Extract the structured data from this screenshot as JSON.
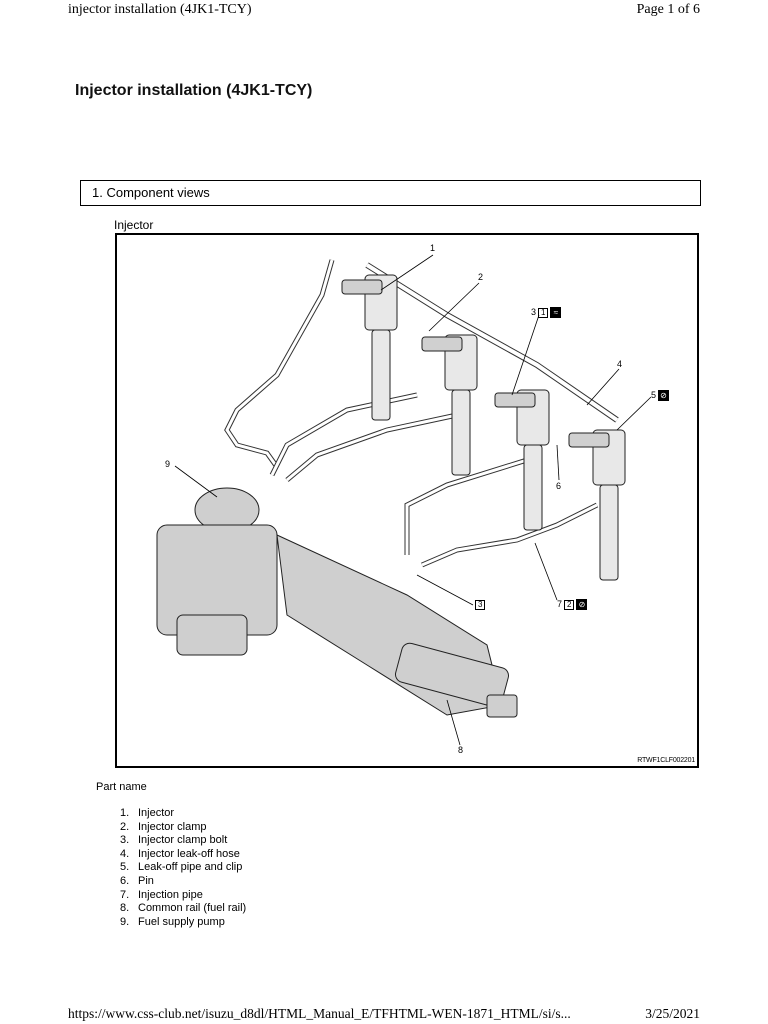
{
  "header": {
    "left": "injector installation (4JK1-TCY)",
    "right": "Page 1 of 6"
  },
  "title": "Injector installation (4JK1-TCY)",
  "section": {
    "heading": "1. Component views"
  },
  "figure": {
    "caption": "Injector",
    "code": "RTWF1CLF002201",
    "callouts": {
      "c1": "1",
      "c2": "2",
      "c3": "3",
      "c3_box": "1",
      "c4": "4",
      "c5": "5",
      "c6": "6",
      "c7": "7",
      "c7_box": "2",
      "c8": "8",
      "c9": "9",
      "c3b_box": "3"
    }
  },
  "parts": {
    "heading": "Part name",
    "items": [
      {
        "num": "1.",
        "name": "Injector"
      },
      {
        "num": "2.",
        "name": "Injector clamp"
      },
      {
        "num": "3.",
        "name": "Injector clamp bolt"
      },
      {
        "num": "4.",
        "name": "Injector leak-off hose"
      },
      {
        "num": "5.",
        "name": "Leak-off pipe and clip"
      },
      {
        "num": "6.",
        "name": "Pin"
      },
      {
        "num": "7.",
        "name": "Injection pipe"
      },
      {
        "num": "8.",
        "name": "Common rail (fuel rail)"
      },
      {
        "num": "9.",
        "name": "Fuel supply pump"
      }
    ]
  },
  "footer": {
    "left": "https://www.css-club.net/isuzu_d8dl/HTML_Manual_E/TFHTML-WEN-1871_HTML/si/s...",
    "right": "3/25/2021"
  }
}
